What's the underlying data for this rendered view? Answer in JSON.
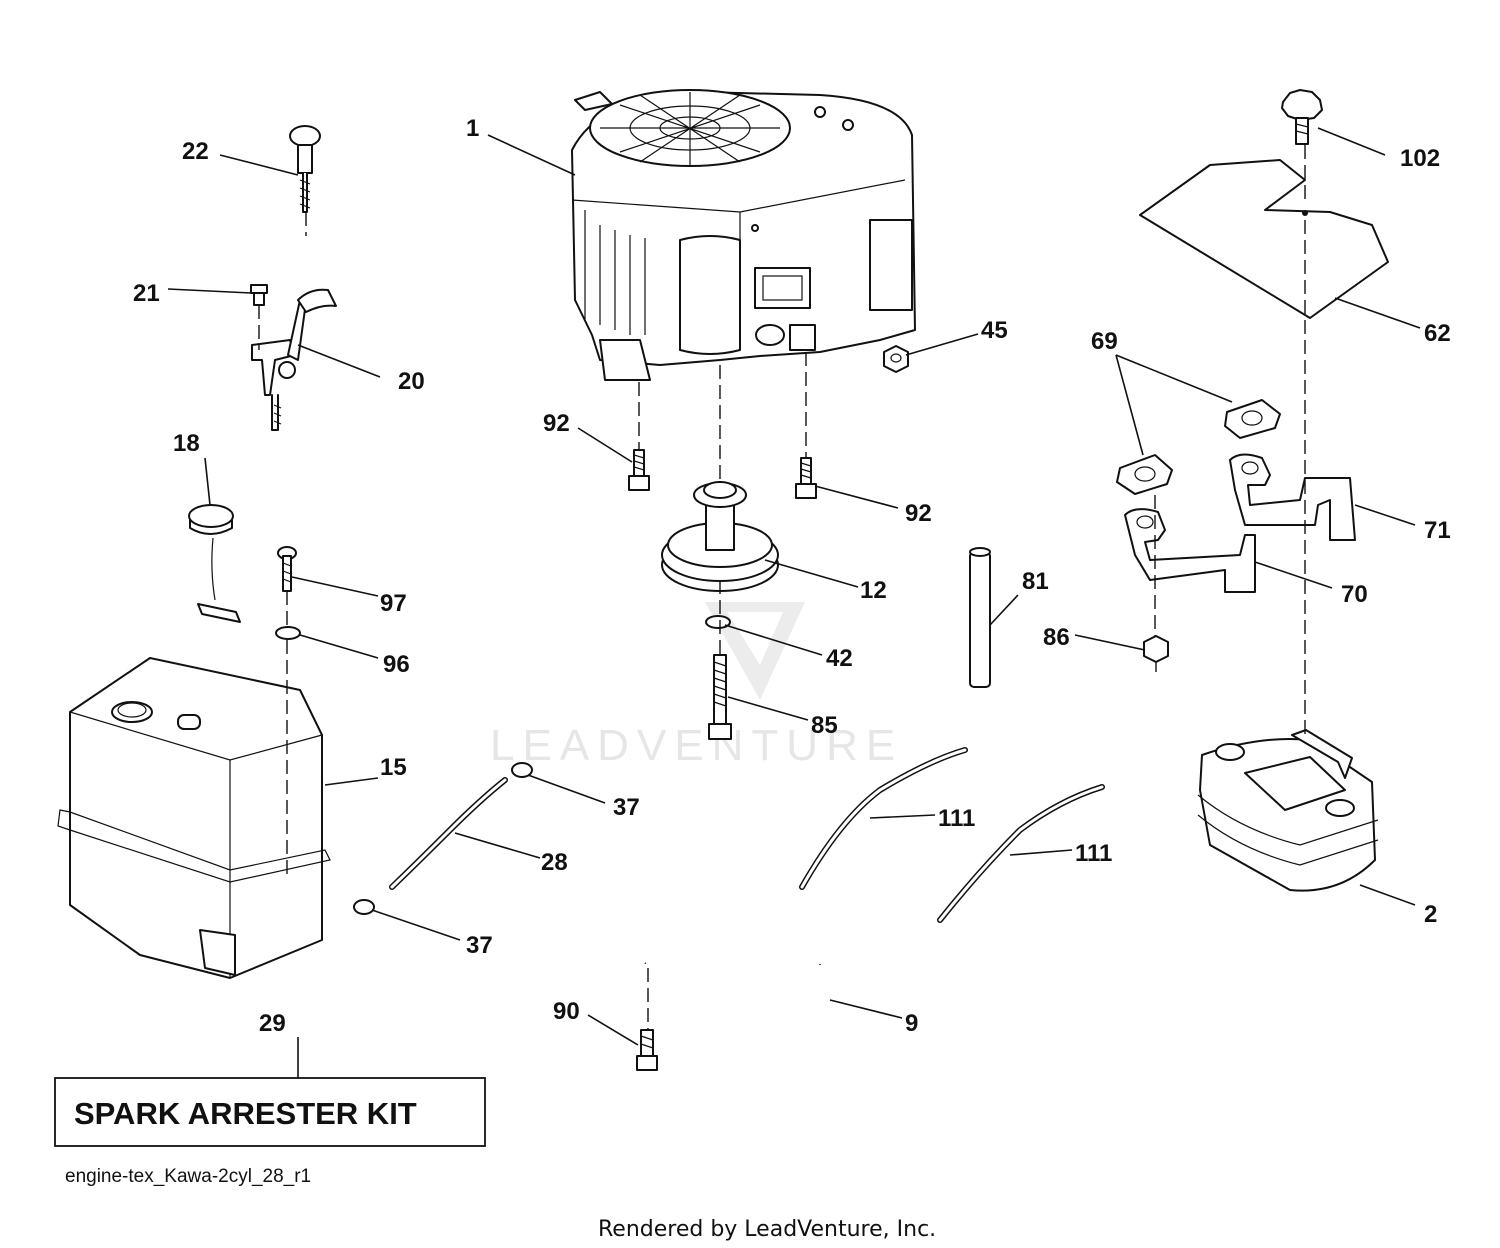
{
  "watermark": {
    "text": "LEADVENTURE"
  },
  "callouts": {
    "c1": "1",
    "c2": "2",
    "c9": "9",
    "c12": "12",
    "c15": "15",
    "c18": "18",
    "c20": "20",
    "c21": "21",
    "c22": "22",
    "c28": "28",
    "c29": "29",
    "c37a": "37",
    "c37b": "37",
    "c42": "42",
    "c45": "45",
    "c62": "62",
    "c69": "69",
    "c70": "70",
    "c71": "71",
    "c81": "81",
    "c85": "85",
    "c86": "86",
    "c90": "90",
    "c92a": "92",
    "c92b": "92",
    "c96": "96",
    "c97": "97",
    "c102": "102",
    "c111a": "111",
    "c111b": "111"
  },
  "kit_box": {
    "label": "SPARK ARRESTER KIT"
  },
  "drawing_code": "engine-tex_Kawa-2cyl_28_r1",
  "credit": "Rendered by LeadVenture, Inc."
}
